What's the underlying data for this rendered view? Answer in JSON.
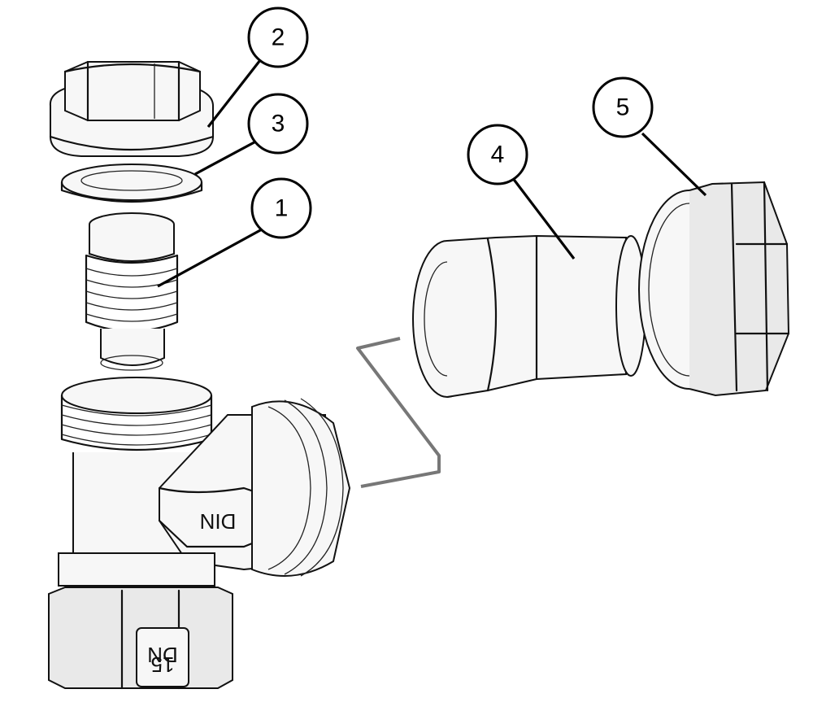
{
  "callouts": [
    {
      "id": "1",
      "label": "1"
    },
    {
      "id": "2",
      "label": "2"
    },
    {
      "id": "3",
      "label": "3"
    },
    {
      "id": "4",
      "label": "4"
    },
    {
      "id": "5",
      "label": "5"
    }
  ],
  "markings": {
    "tee_side": "DIN",
    "tee_nut_line1": "DN",
    "tee_nut_line2": "15"
  }
}
